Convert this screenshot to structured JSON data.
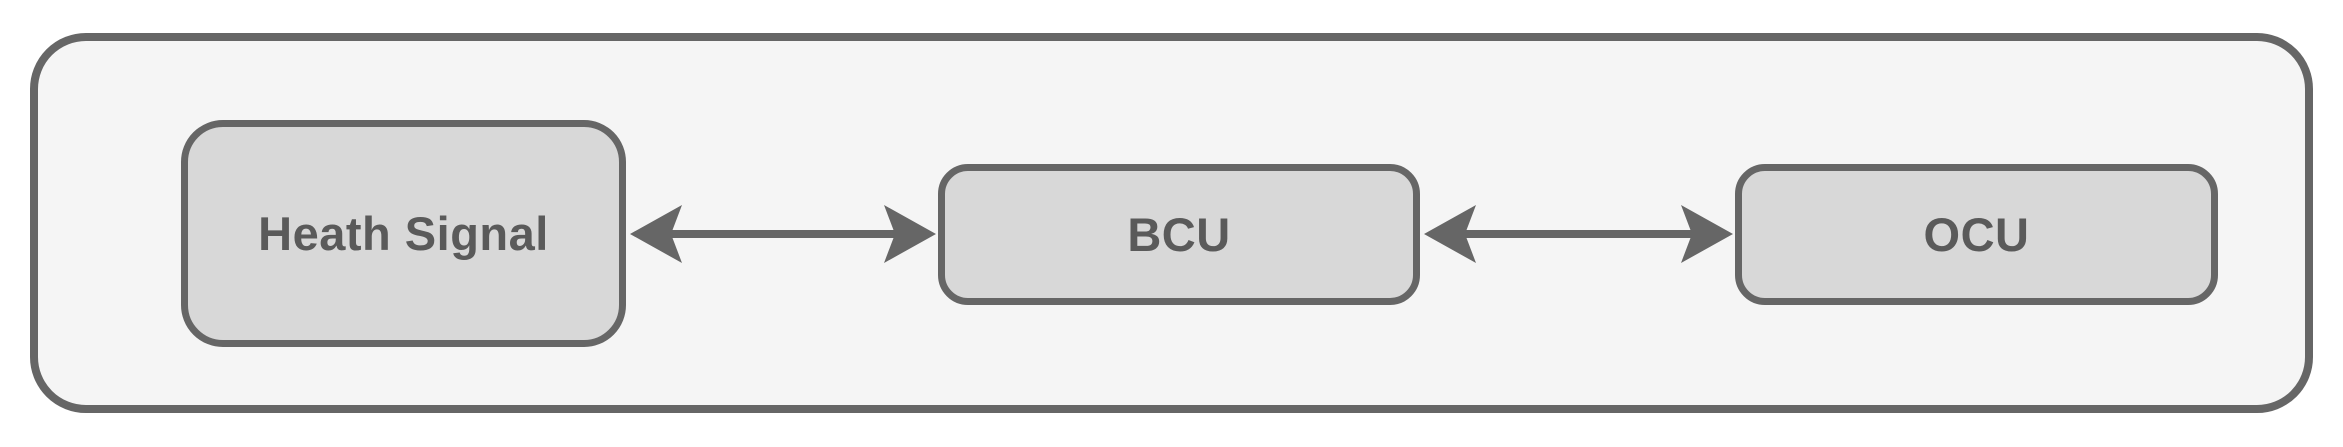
{
  "diagram": {
    "type": "block-diagram",
    "boundary": {
      "label": ""
    },
    "nodes": [
      {
        "id": "heath-signal",
        "label": "Heath Signal"
      },
      {
        "id": "bcu",
        "label": "BCU"
      },
      {
        "id": "ocu",
        "label": "OCU"
      }
    ],
    "connections": [
      {
        "from": "heath-signal",
        "to": "bcu",
        "direction": "bidirectional"
      },
      {
        "from": "bcu",
        "to": "ocu",
        "direction": "bidirectional"
      }
    ],
    "colors": {
      "background": "#ffffff",
      "boundary_fill": "#f5f5f5",
      "node_fill": "#d8d8d8",
      "stroke": "#666666",
      "text": "#5a5a5a"
    }
  }
}
